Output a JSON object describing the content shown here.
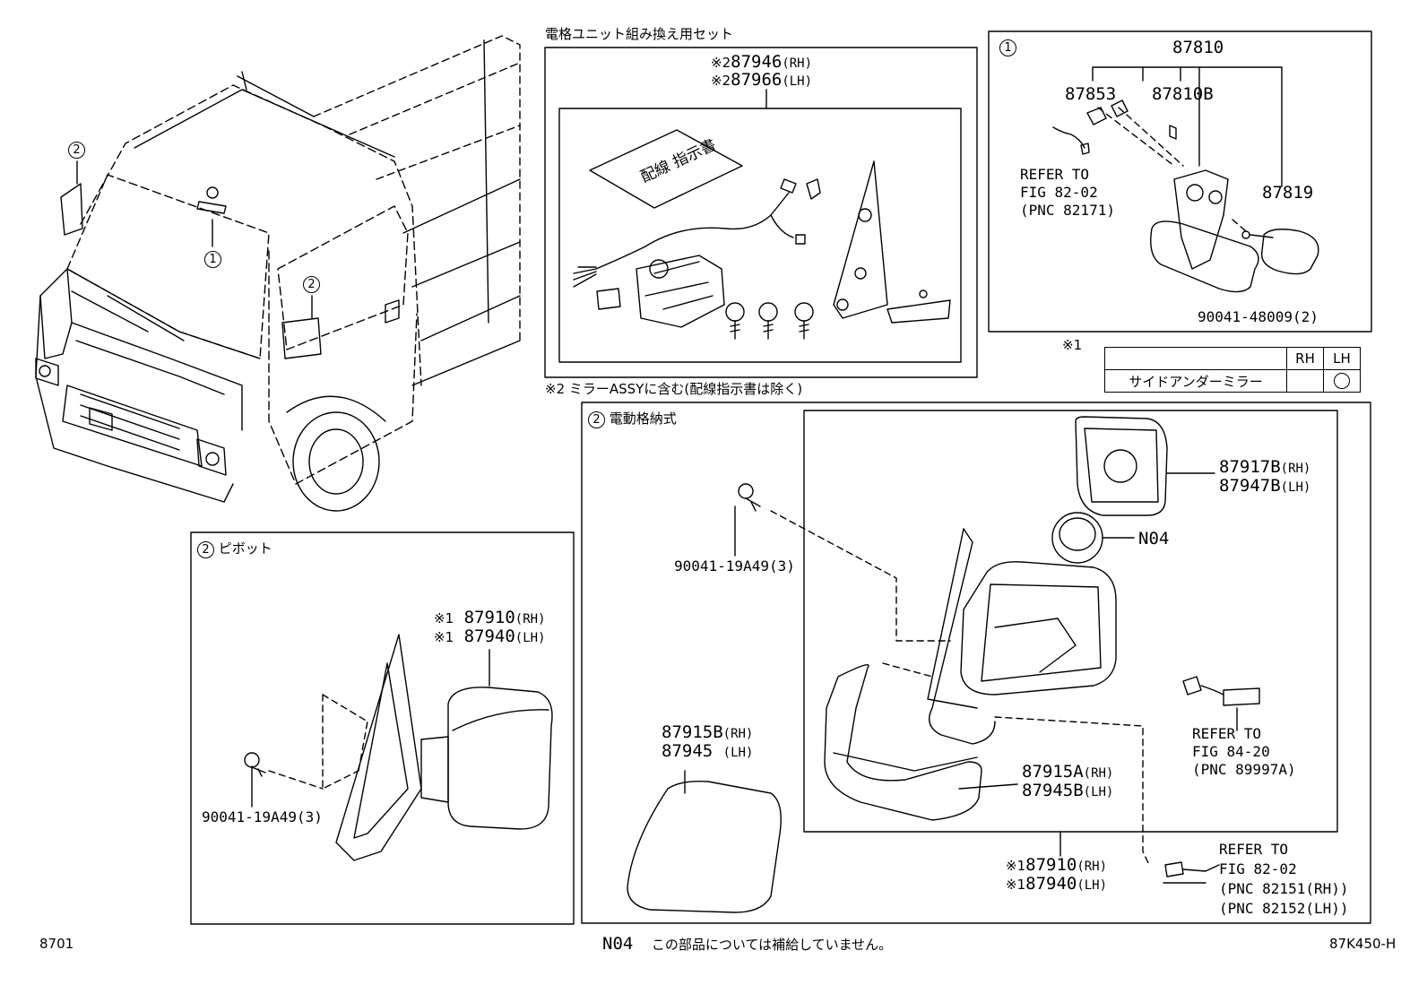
{
  "kit": {
    "title": "電格ユニット組み換え用セット",
    "parts": [
      {
        "mark": "※2",
        "number": "87946",
        "side": "(RH)"
      },
      {
        "mark": "※2",
        "number": "87966",
        "side": "(LH)"
      }
    ],
    "booklet": "配線 指示書",
    "note": "※2 ミラーASSYに含む(配線指示書は除く)"
  },
  "inner_mirror": {
    "callout": "1",
    "assembly": "87810",
    "p87853": "87853",
    "p87810b": "87810B",
    "p87819": "87819",
    "refer": [
      "REFER TO",
      "FIG 82-02",
      "(PNC 82171)"
    ],
    "bolt": "90041-48009(2)"
  },
  "option_table": {
    "mark": "※1",
    "headers": [
      "RH",
      "LH"
    ],
    "row_label": "サイドアンダーミラー"
  },
  "truck": {
    "callouts": [
      "2",
      "1",
      "2"
    ]
  },
  "pivot": {
    "callout": "2",
    "title": "ピボット",
    "parts": [
      {
        "mark": "※1",
        "number": "87910",
        "side": "(RH)"
      },
      {
        "mark": "※1",
        "number": "87940",
        "side": "(LH)"
      }
    ],
    "bolt": "90041-19A49(3)"
  },
  "electric": {
    "callout": "2",
    "title": "電動格納式",
    "bolt": "90041-19A49(3)",
    "glass": [
      {
        "number": "87917B",
        "side": "(RH)"
      },
      {
        "number": "87947B",
        "side": "(LH)"
      }
    ],
    "n04": "N04",
    "cover": [
      {
        "number": "87915B",
        "side": "(RH)"
      },
      {
        "number": "87945",
        "side": "(LH)"
      }
    ],
    "housing": [
      {
        "number": "87915A",
        "side": "(RH)"
      },
      {
        "number": "87945B",
        "side": "(LH)"
      }
    ],
    "refer1": [
      "REFER TO",
      "FIG 84-20",
      "(PNC 89997A)"
    ],
    "assy": [
      {
        "mark": "※1",
        "number": "87910",
        "side": "(RH)"
      },
      {
        "mark": "※1",
        "number": "87940",
        "side": "(LH)"
      }
    ],
    "refer2": [
      "REFER TO",
      "FIG 82-02",
      "(PNC 82151(RH))",
      "(PNC 82152(LH))"
    ]
  },
  "footer": {
    "left": "8701",
    "n04": "N04",
    "note": "この部品については補給していません。",
    "right": "87K450-H"
  }
}
